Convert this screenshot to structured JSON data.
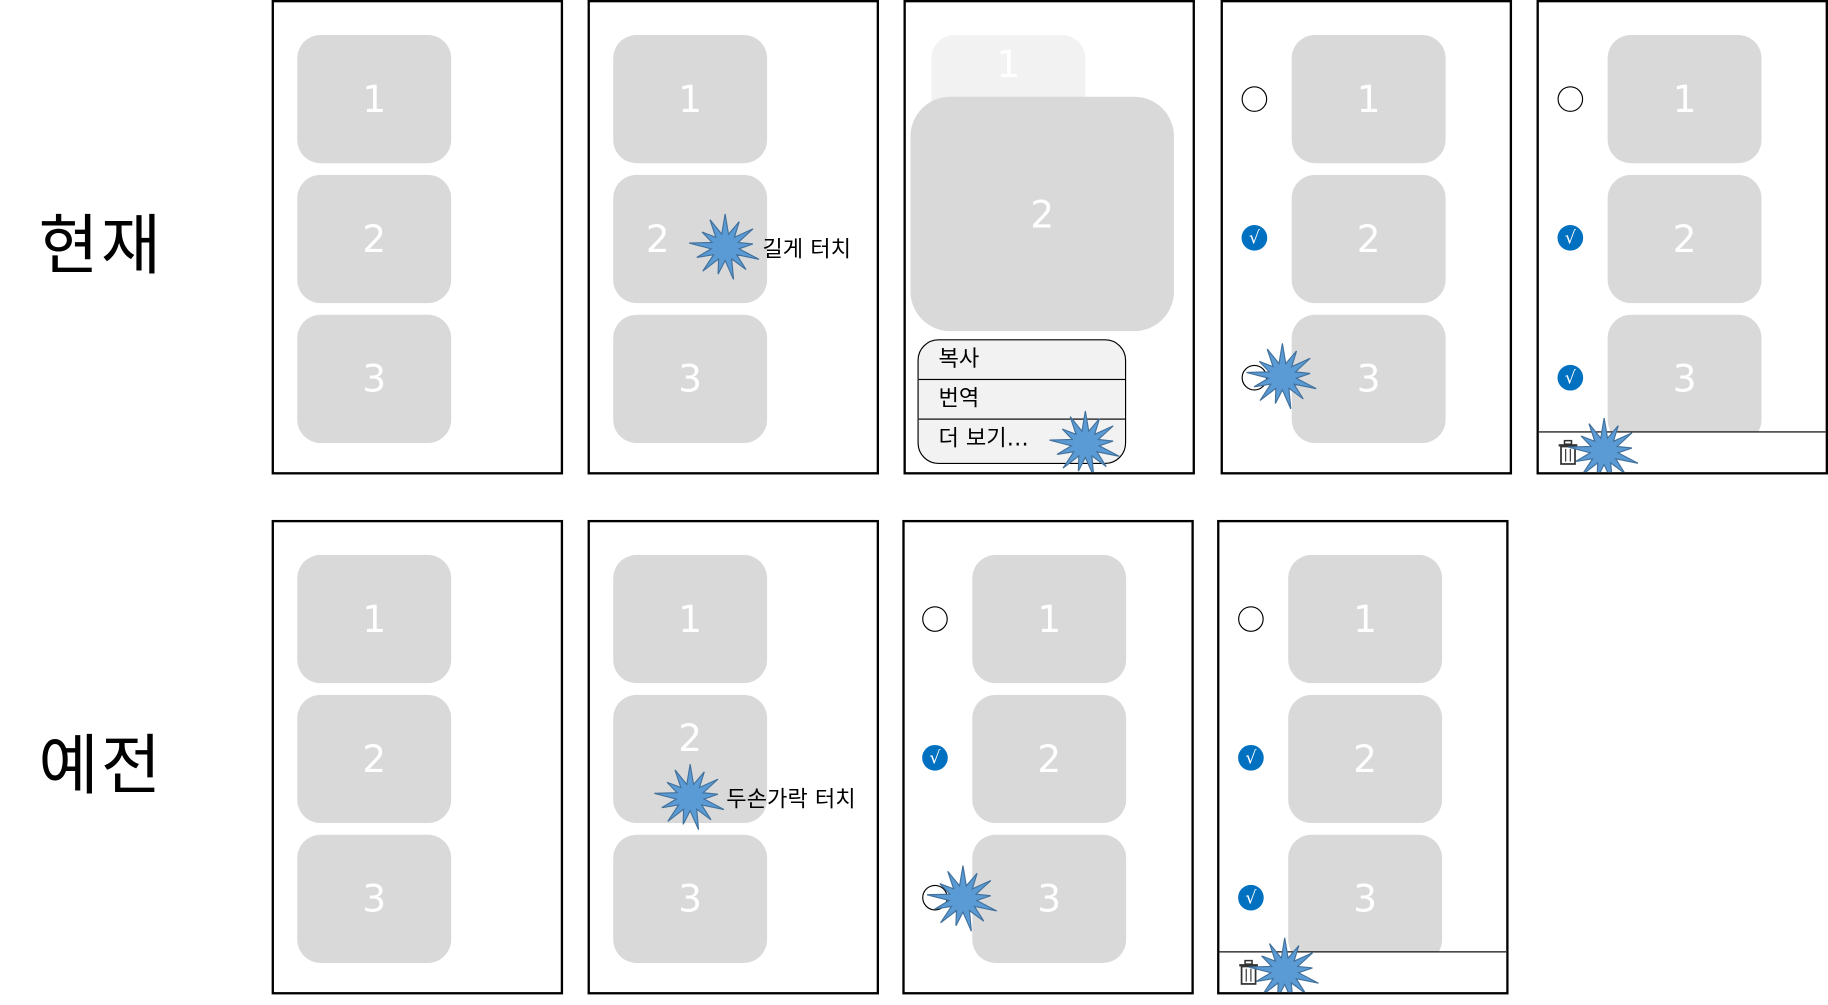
{
  "rows": {
    "current": {
      "label": "현재"
    },
    "old": {
      "label": "예전"
    }
  },
  "cards": [
    "1",
    "2",
    "3"
  ],
  "gestures": {
    "long_press": "길게 터치",
    "two_finger": "두손가락 터치"
  },
  "context_menu": {
    "items": [
      "복사",
      "번역",
      "더 보기…"
    ]
  },
  "check_mark": "√",
  "colors": {
    "card": "#d9d9d9",
    "check": "#0070c0",
    "burst": "#5b9bd5"
  }
}
